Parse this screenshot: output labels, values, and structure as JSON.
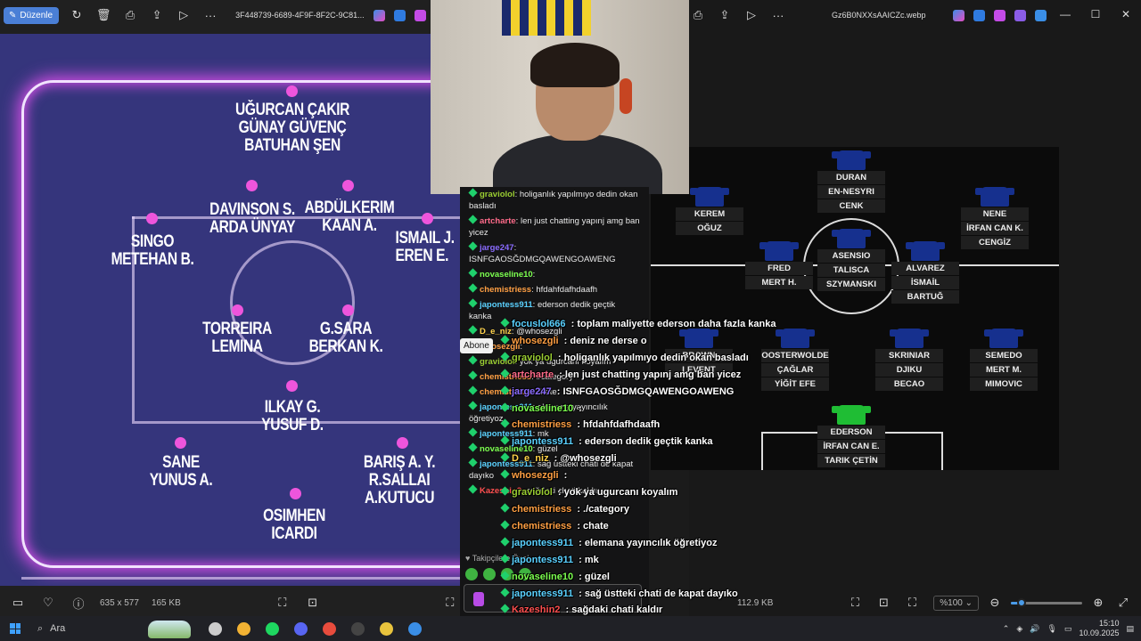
{
  "left_viewer": {
    "edit_label": "Düzenle",
    "filename": "3F448739-6689-4F9F-8F2C-9C81...",
    "dimensions": "635 x 577",
    "filesize": "165 KB"
  },
  "formation": {
    "players": [
      {
        "text": "UĞURCAN ÇAKIR\nGÜNAY GÜVENÇ\nBATUHAN ŞEN"
      },
      {
        "text": "DAVINSON S.\nARDA ÜNYAY"
      },
      {
        "text": "ABDÜLKERIM\nKAAN A."
      },
      {
        "text": "SINGO\nMETEHAN B."
      },
      {
        "text": "ISMAIL J.\nEREN E."
      },
      {
        "text": "TORREIRA\nLEMINA"
      },
      {
        "text": "G.SARA\nBERKAN K."
      },
      {
        "text": "ILKAY G.\nYUSUF D."
      },
      {
        "text": "SANE\nYUNUS A."
      },
      {
        "text": "BARIŞ A. Y.\nR.SALLAI\nA.KUTUCU"
      },
      {
        "text": "OSIMHEN\nICARDI"
      }
    ]
  },
  "right_viewer": {
    "filename": "Gz6B0NXXsAAICZc.webp",
    "filesize": "112.9 KB",
    "zoom_label": "%100",
    "zoom_level": 0.15
  },
  "lineup": {
    "groups": [
      {
        "names": [
          "DURAN",
          "EN-NESYRI",
          "CENK"
        ],
        "gk": false
      },
      {
        "names": [
          "KEREM",
          "OĞUZ"
        ],
        "gk": false
      },
      {
        "names": [
          "NENE",
          "İRFAN CAN K.",
          "CENGİZ"
        ],
        "gk": false
      },
      {
        "names": [
          "FRED",
          "MERT H."
        ],
        "gk": false
      },
      {
        "names": [
          "ASENSIO",
          "TALISCA",
          "SZYMANSKI"
        ],
        "gk": false
      },
      {
        "names": [
          "ALVAREZ",
          "İSMAİL",
          "BARTUĞ"
        ],
        "gk": false
      },
      {
        "names": [
          "BROWN",
          "LEVENT"
        ],
        "gk": false
      },
      {
        "names": [
          "OOSTERWOLDE",
          "ÇAĞLAR",
          "YİĞİT EFE"
        ],
        "gk": false
      },
      {
        "names": [
          "SKRINIAR",
          "DJIKU",
          "BECAO"
        ],
        "gk": false
      },
      {
        "names": [
          "SEMEDO",
          "MERT M.",
          "MIMOVIC"
        ],
        "gk": false
      },
      {
        "names": [
          "EDERSON",
          "İRFAN CAN E.",
          "TARIK ÇETİN"
        ],
        "gk": true
      }
    ]
  },
  "chat": {
    "abone_label": "Abone",
    "takip_label": "Takipçilere Özel",
    "messages": [
      {
        "user": "graviolol",
        "text": "holiganlık yapılmıyo dedin okan basladı",
        "color": "#9acd32"
      },
      {
        "user": "artcharte",
        "text": "len just chatting yapınj amg ban yicez",
        "color": "#ff6b8a"
      },
      {
        "user": "jarge247",
        "text": "ISNFGAOSĞDMGQAWENGOAWENG",
        "color": "#8a6bff"
      },
      {
        "user": "novaseline10",
        "text": "",
        "color": "#7cff4f"
      },
      {
        "user": "chemistriess",
        "text": "hfdahfdafhdaafh",
        "color": "#ff9f43"
      },
      {
        "user": "japontess911",
        "text": "ederson dedik geçtik kanka",
        "color": "#5ad1ff"
      },
      {
        "user": "D_e_niz",
        "text": "@whosezgli",
        "color": "#ffd24a"
      },
      {
        "user": "whosezgli",
        "text": "",
        "color": "#ff9f43"
      },
      {
        "user": "graviolol",
        "text": "yok ya ugurcanı koyalım",
        "color": "#9acd32"
      },
      {
        "user": "chemistriess",
        "text": "./category",
        "color": "#ff9f43"
      },
      {
        "user": "chemistriess",
        "text": "chate",
        "color": "#ff9f43"
      },
      {
        "user": "japontess911",
        "text": "elemana yayıncılık öğretiyoz",
        "color": "#5ad1ff"
      },
      {
        "user": "japontess911",
        "text": "mk",
        "color": "#5ad1ff"
      },
      {
        "user": "novaseline10",
        "text": "güzel",
        "color": "#7cff4f"
      },
      {
        "user": "japontess911",
        "text": "sağ üstteki chati de kapat dayıko",
        "color": "#5ad1ff"
      },
      {
        "user": "Kazeshin2",
        "text": "sağdaki chati kaldır",
        "color": "#ff4f4f"
      }
    ],
    "overlay": [
      {
        "user": "focuslol666",
        "text": "toplam maliyette ederson daha fazla kanka",
        "color": "#5ad1ff"
      },
      {
        "user": "whosezgli",
        "text": "deniz ne derse o",
        "color": "#ff9f43"
      },
      {
        "user": "graviolol",
        "text": "holiganlık yapılmıyo dedin okan basladı",
        "color": "#9acd32"
      },
      {
        "user": "artcharte",
        "text": "len just chatting yapınj amg ban yicez",
        "color": "#ff6b8a"
      },
      {
        "user": "jarge247",
        "text": "ISNFGAOSĞDMGQAWENGOAWENG",
        "color": "#8a6bff"
      },
      {
        "user": "novaseline10",
        "text": "",
        "color": "#7cff4f"
      },
      {
        "user": "chemistriess",
        "text": "hfdahfdafhdaafh",
        "color": "#ff9f43"
      },
      {
        "user": "japontess911",
        "text": "ederson dedik geçtik kanka",
        "color": "#5ad1ff"
      },
      {
        "user": "D_e_niz",
        "text": "@whosezgli",
        "color": "#ffd24a"
      },
      {
        "user": "whosezgli",
        "text": "",
        "color": "#ff9f43"
      },
      {
        "user": "graviolol",
        "text": "yok ya ugurcanı koyalım",
        "color": "#9acd32"
      },
      {
        "user": "chemistriess",
        "text": "./category",
        "color": "#ff9f43"
      },
      {
        "user": "chemistriess",
        "text": "chate",
        "color": "#ff9f43"
      },
      {
        "user": "japontess911",
        "text": "elemana yayıncılık öğretiyoz",
        "color": "#5ad1ff"
      },
      {
        "user": "japontess911",
        "text": "mk",
        "color": "#5ad1ff"
      },
      {
        "user": "novaseline10",
        "text": "güzel",
        "color": "#7cff4f"
      },
      {
        "user": "japontess911",
        "text": "sağ üstteki chati de kapat dayıko",
        "color": "#5ad1ff"
      },
      {
        "user": "Kazeshin2",
        "text": "sağdaki chati kaldır",
        "color": "#ff4f4f"
      }
    ]
  },
  "taskbar": {
    "search_label": "Ara",
    "time": "15:10",
    "date": "10.09.2025",
    "apps": [
      {
        "icon": "task-view-icon",
        "color": "#cccccc"
      },
      {
        "icon": "chrome-icon",
        "color": "#f2b233"
      },
      {
        "icon": "spotify-icon",
        "color": "#1ed760"
      },
      {
        "icon": "discord-icon",
        "color": "#5865f2"
      },
      {
        "icon": "chrome-profile-icon",
        "color": "#e84c3d"
      },
      {
        "icon": "obs-icon",
        "color": "#444444"
      },
      {
        "icon": "app-icon",
        "color": "#e8c33d"
      },
      {
        "icon": "photos-icon",
        "color": "#3a8ee6"
      }
    ]
  }
}
